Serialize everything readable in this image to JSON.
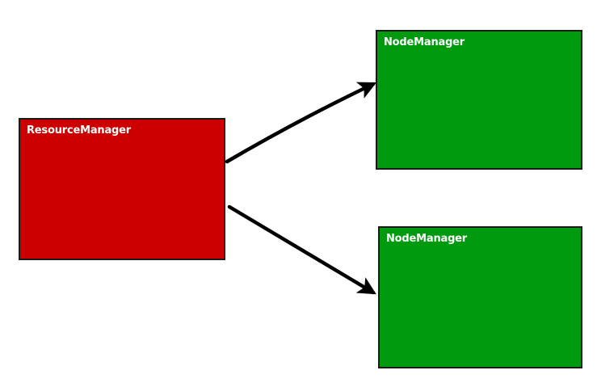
{
  "colors": {
    "resource_manager_fill": "#cc0000",
    "node_manager_fill": "#009a0e",
    "outline": "#1a1a1a",
    "label_text": "#ffffff"
  },
  "nodes": {
    "resource_manager": {
      "label": "ResourceManager"
    },
    "node_manager_1": {
      "label": "NodeManager"
    },
    "node_manager_2": {
      "label": "NodeManager"
    }
  },
  "edges": [
    {
      "from": "resource_manager",
      "to": "node_manager_1"
    },
    {
      "from": "resource_manager",
      "to": "node_manager_2"
    }
  ]
}
